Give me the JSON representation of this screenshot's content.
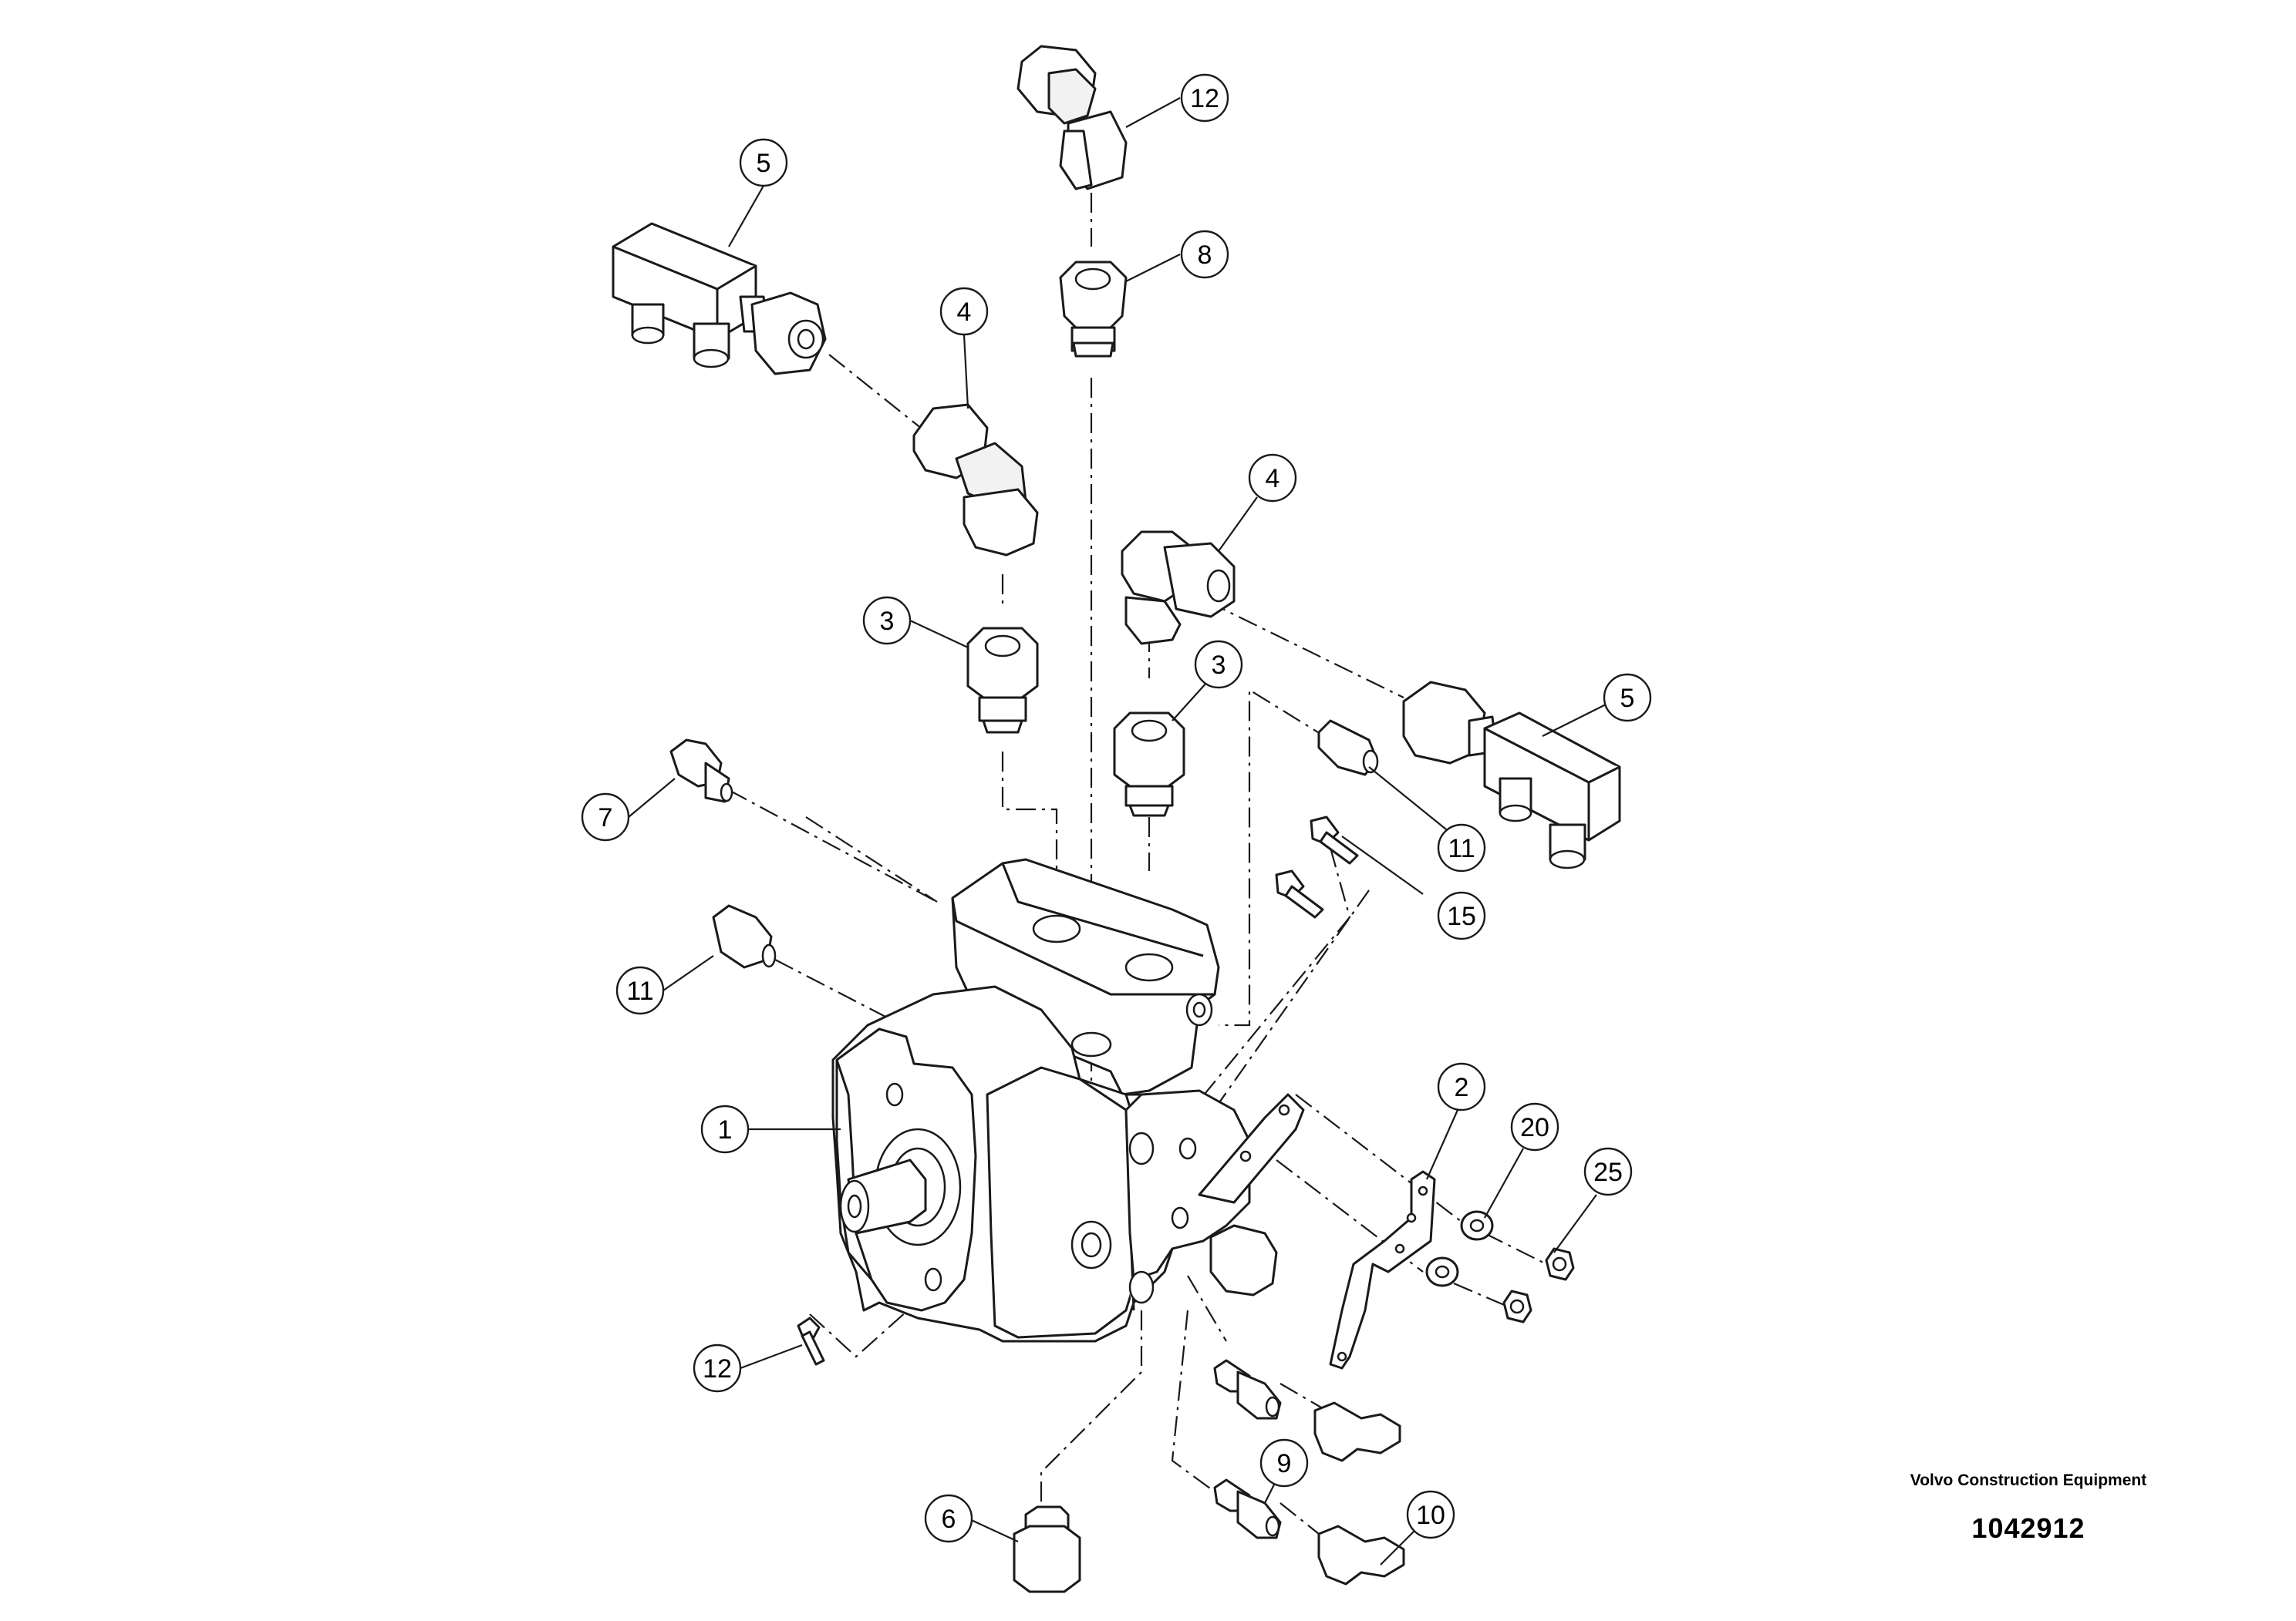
{
  "footer": {
    "company": "Volvo Construction Equipment",
    "drawing_number": "1042912"
  },
  "callouts": [
    {
      "id": "c12-top",
      "label": "12"
    },
    {
      "id": "c5-left",
      "label": "5"
    },
    {
      "id": "c8",
      "label": "8"
    },
    {
      "id": "c4-left",
      "label": "4"
    },
    {
      "id": "c4-right",
      "label": "4"
    },
    {
      "id": "c3-left",
      "label": "3"
    },
    {
      "id": "c3-right",
      "label": "3"
    },
    {
      "id": "c5-right",
      "label": "5"
    },
    {
      "id": "c7",
      "label": "7"
    },
    {
      "id": "c11-right",
      "label": "11"
    },
    {
      "id": "c15",
      "label": "15"
    },
    {
      "id": "c11-left",
      "label": "11"
    },
    {
      "id": "c1",
      "label": "1"
    },
    {
      "id": "c2",
      "label": "2"
    },
    {
      "id": "c20",
      "label": "20"
    },
    {
      "id": "c25",
      "label": "25"
    },
    {
      "id": "c12-bottom",
      "label": "12"
    },
    {
      "id": "c9",
      "label": "9"
    },
    {
      "id": "c6",
      "label": "6"
    },
    {
      "id": "c10",
      "label": "10"
    }
  ]
}
